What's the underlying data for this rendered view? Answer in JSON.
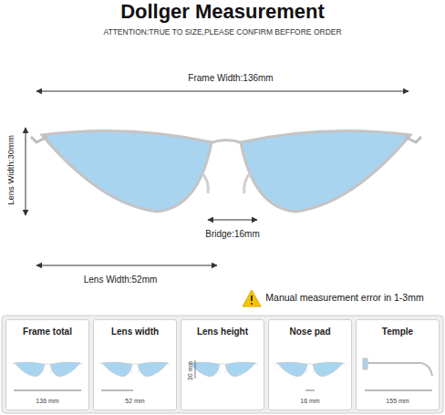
{
  "diagram": {
    "title": "Dollger Measurement",
    "nodes": [
      {
        "text": [
          "Frame total",
          "136 mm"
        ]
      },
      {
        "text": [
          "Lens width",
          "52 mm"
        ]
      },
      {
        "text": [
          "Lens height",
          "30 mm"
        ]
      },
      {
        "text": [
          "Nose pad",
          "16 mm"
        ]
      },
      {
        "text": [
          "Temple",
          "155 mm"
        ]
      }
    ],
    "labels": [
      "ATTENTION:TRUE TO SIZE,PLEASE CONFIRM BEFFORE ORDER",
      "Frame Width:136mm",
      "Lens Width:30mm",
      "Bridge:16mm",
      "Lens Width:52mm",
      "Manual measurement error in 1-3mm"
    ]
  }
}
